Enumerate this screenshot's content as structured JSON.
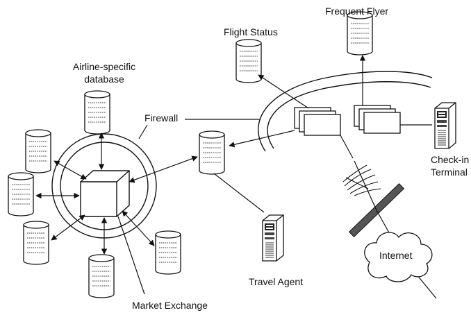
{
  "labels": {
    "flight_status": "Flight Status",
    "frequent_flyer": "Frequent Flyer",
    "airline_db_line1": "Airline-specific",
    "airline_db_line2": "database",
    "firewall": "Firewall",
    "checkin_line1": "Check-in",
    "checkin_line2": "Terminal",
    "internet": "Internet",
    "travel_agent": "Travel Agent",
    "market_exchange": "Market Exchange"
  },
  "db_text": "1010101100010\n1101010100110\n1010101010101\n1001010100110",
  "colors": {
    "ink": "#111111",
    "firewall_bar": "#555555",
    "db_fill": "#ffffff"
  }
}
